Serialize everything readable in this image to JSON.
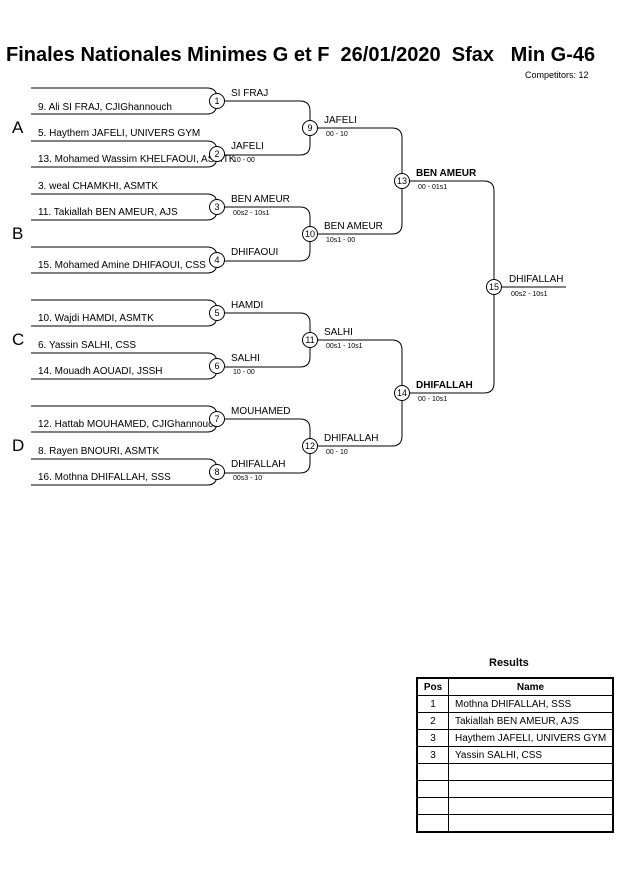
{
  "title": "Finales Nationales Minimes G et F  26/01/2020  Sfax   Min G-46",
  "competitors_label": "Competitors: 12",
  "pools": [
    "A",
    "B",
    "C",
    "D"
  ],
  "athletes": [
    "9. Ali SI FRAJ, CJIGhannouch",
    "5. Haythem JAFELI, UNIVERS GYM",
    "13. Mohamed Wassim KHELFAOUI, ASMTK",
    "3. weal CHAMKHI, ASMTK",
    "11. Takiallah BEN AMEUR, AJS",
    "15. Mohamed Amine DHIFAOUI, CSS",
    "10. Wajdi HAMDI, ASMTK",
    "6. Yassin SALHI, CSS",
    "14. Mouadh AOUADI, JSSH",
    "12. Hattab MOUHAMED, CJIGhannouch",
    "8. Rayen BNOURI, ASMTK",
    "16. Mothna DHIFALLAH, SSS"
  ],
  "matches": [
    {
      "num": "1",
      "winner": "SI FRAJ",
      "score": ""
    },
    {
      "num": "2",
      "winner": "JAFELI",
      "score": "10 - 00"
    },
    {
      "num": "3",
      "winner": "BEN AMEUR",
      "score": "00s2 - 10s1"
    },
    {
      "num": "4",
      "winner": "DHIFAOUI",
      "score": ""
    },
    {
      "num": "5",
      "winner": "HAMDI",
      "score": ""
    },
    {
      "num": "6",
      "winner": "SALHI",
      "score": "10 - 00"
    },
    {
      "num": "7",
      "winner": "MOUHAMED",
      "score": ""
    },
    {
      "num": "8",
      "winner": "DHIFALLAH",
      "score": "00s3 - 10"
    },
    {
      "num": "9",
      "winner": "JAFELI",
      "score": "00 - 10"
    },
    {
      "num": "10",
      "winner": "BEN AMEUR",
      "score": "10s1 - 00"
    },
    {
      "num": "11",
      "winner": "SALHI",
      "score": "00s1 - 10s1"
    },
    {
      "num": "12",
      "winner": "DHIFALLAH",
      "score": "00 - 10"
    },
    {
      "num": "13",
      "winner": "BEN AMEUR",
      "score": "00 - 01s1"
    },
    {
      "num": "14",
      "winner": "DHIFALLAH",
      "score": "00 - 10s1"
    },
    {
      "num": "15",
      "winner": "DHIFALLAH",
      "score": "00s2 - 10s1"
    }
  ],
  "results": {
    "title": "Results",
    "headers": [
      "Pos",
      "Name"
    ],
    "rows": [
      [
        "1",
        "Mothna DHIFALLAH, SSS"
      ],
      [
        "2",
        "Takiallah BEN AMEUR, AJS"
      ],
      [
        "3",
        "Haythem JAFELI, UNIVERS GYM"
      ],
      [
        "3",
        "Yassin SALHI, CSS"
      ],
      [
        "",
        ""
      ],
      [
        "",
        ""
      ],
      [
        "",
        ""
      ],
      [
        "",
        ""
      ]
    ]
  }
}
